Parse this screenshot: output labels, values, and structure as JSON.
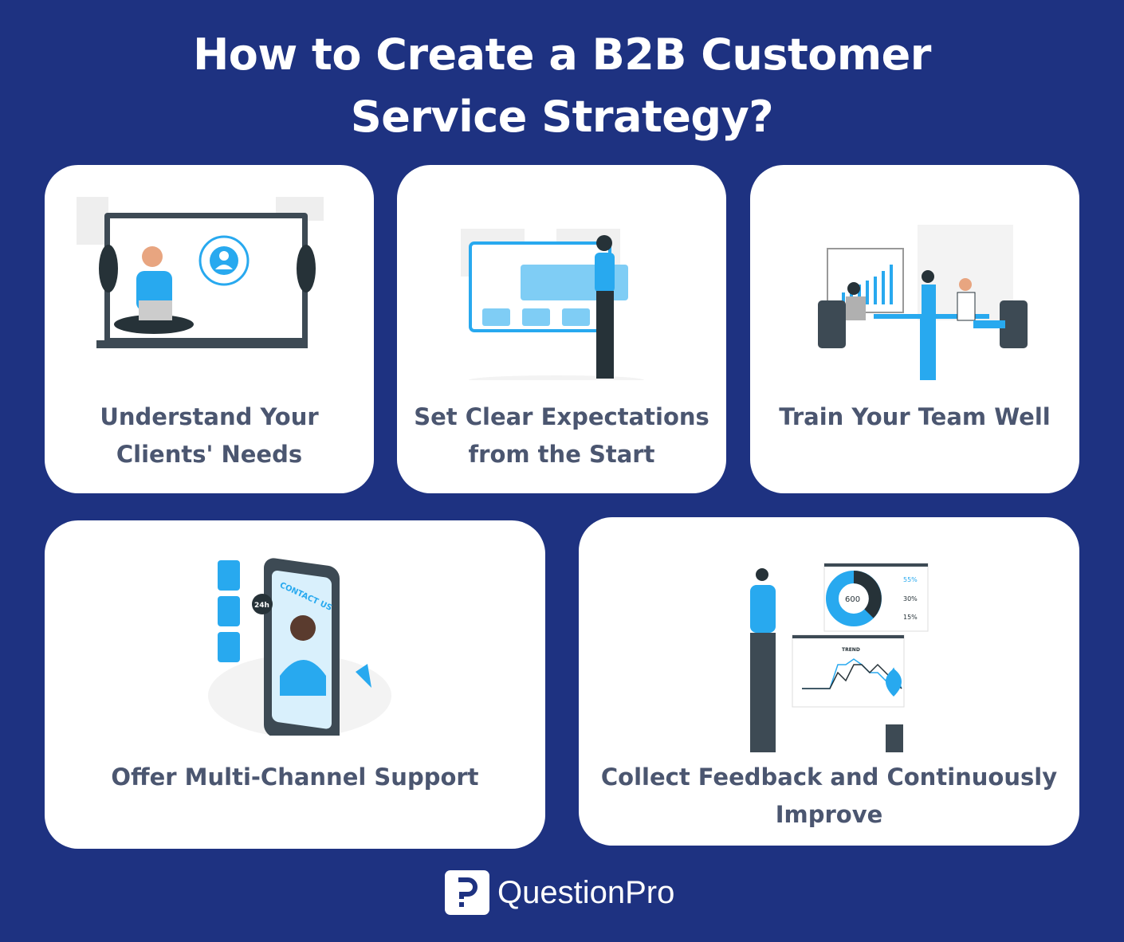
{
  "title": {
    "line1": "How to Create a B2B Customer",
    "line2": "Service Strategy?"
  },
  "cards": [
    {
      "line1": "Understand Your",
      "line2": "Clients' Needs"
    },
    {
      "line1": "Set Clear Expectations",
      "line2": "from the Start"
    },
    {
      "line1": "Train Your Team Well",
      "line2": ""
    },
    {
      "line1": "Offer Multi-Channel Support",
      "line2": ""
    },
    {
      "line1": "Collect Feedback and Continuously",
      "line2": "Improve"
    }
  ],
  "illustrations": {
    "contact": {
      "sign": "CONTACT US",
      "badge": "24h"
    },
    "dashboard": {
      "total": "600",
      "pct1": "55%",
      "pct2": "30%",
      "pct3": "15%",
      "trend": "TREND"
    }
  },
  "brand": {
    "name": "QuestionPro"
  },
  "colors": {
    "background": "#1e3281",
    "accent": "#28a9ef",
    "text": "#4b5670"
  }
}
